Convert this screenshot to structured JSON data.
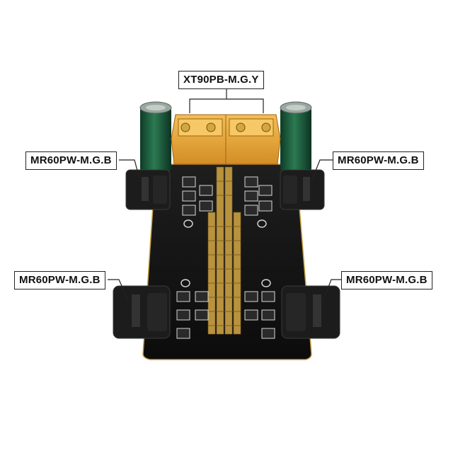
{
  "labels": {
    "top_connector": "XT90PB-M.G.Y",
    "left_upper": "MR60PW-M.G.B",
    "right_upper": "MR60PW-M.G.B",
    "left_lower": "MR60PW-M.G.B",
    "right_lower": "MR60PW-M.G.B"
  },
  "colors": {
    "background": "#ffffff",
    "pcb": "#141414",
    "connector_yellow": "#e8a93a",
    "capacitor_green": "#1d5a3c",
    "copper_bars": "#b8923d",
    "mr60_black": "#1c1c1c"
  }
}
